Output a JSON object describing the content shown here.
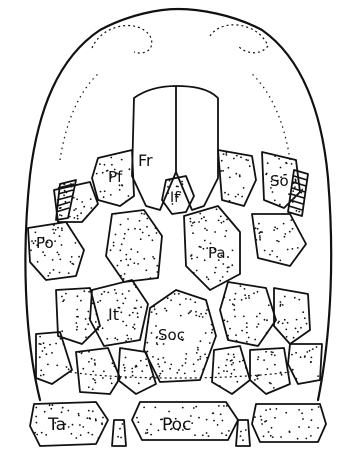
{
  "labels": {
    "fr": "Fr",
    "pf": "Pf",
    "if_label": "If",
    "so": "So",
    "po": "Po",
    "pa": "Pa.",
    "it": "It",
    "soc": "Soc",
    "ta": "Ta",
    "poc": "Poc"
  },
  "colors": {
    "ink": "#111111",
    "paper": "#ffffff"
  }
}
